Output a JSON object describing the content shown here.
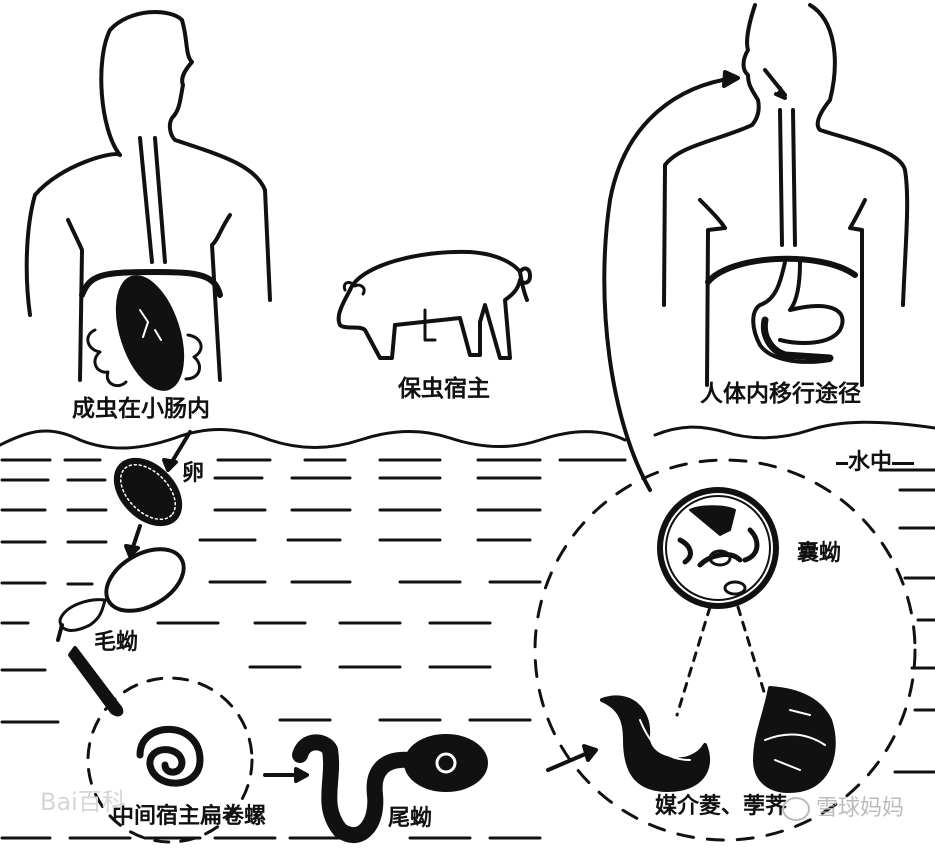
{
  "diagram": {
    "type": "life-cycle",
    "labels": {
      "adult_in_intestine": "成虫在小肠内",
      "reservoir_host": "保虫宿主",
      "migration_in_body": "人体内移行途径",
      "in_water": "水中",
      "egg": "卵",
      "miracidium": "毛蚴",
      "intermediate_host": "中间宿主扁卷螺",
      "cercaria": "尾蚴",
      "metacercaria": "囊蚴",
      "vector_plants": "媒介菱、荸荠"
    },
    "stages": [
      {
        "id": "adult",
        "label_key": "adult_in_intestine"
      },
      {
        "id": "egg",
        "label_key": "egg"
      },
      {
        "id": "miracidium",
        "label_key": "miracidium"
      },
      {
        "id": "snail",
        "label_key": "intermediate_host"
      },
      {
        "id": "cercaria",
        "label_key": "cercaria"
      },
      {
        "id": "metacercaria",
        "label_key": "metacercaria"
      },
      {
        "id": "plants",
        "label_key": "vector_plants"
      },
      {
        "id": "human",
        "label_key": "migration_in_body"
      }
    ],
    "colors": {
      "ink": "#111111",
      "background": "#ffffff",
      "watermark": "#c8c8c8"
    }
  },
  "watermarks": {
    "left": "Bai百科",
    "right": "雪球妈妈"
  }
}
